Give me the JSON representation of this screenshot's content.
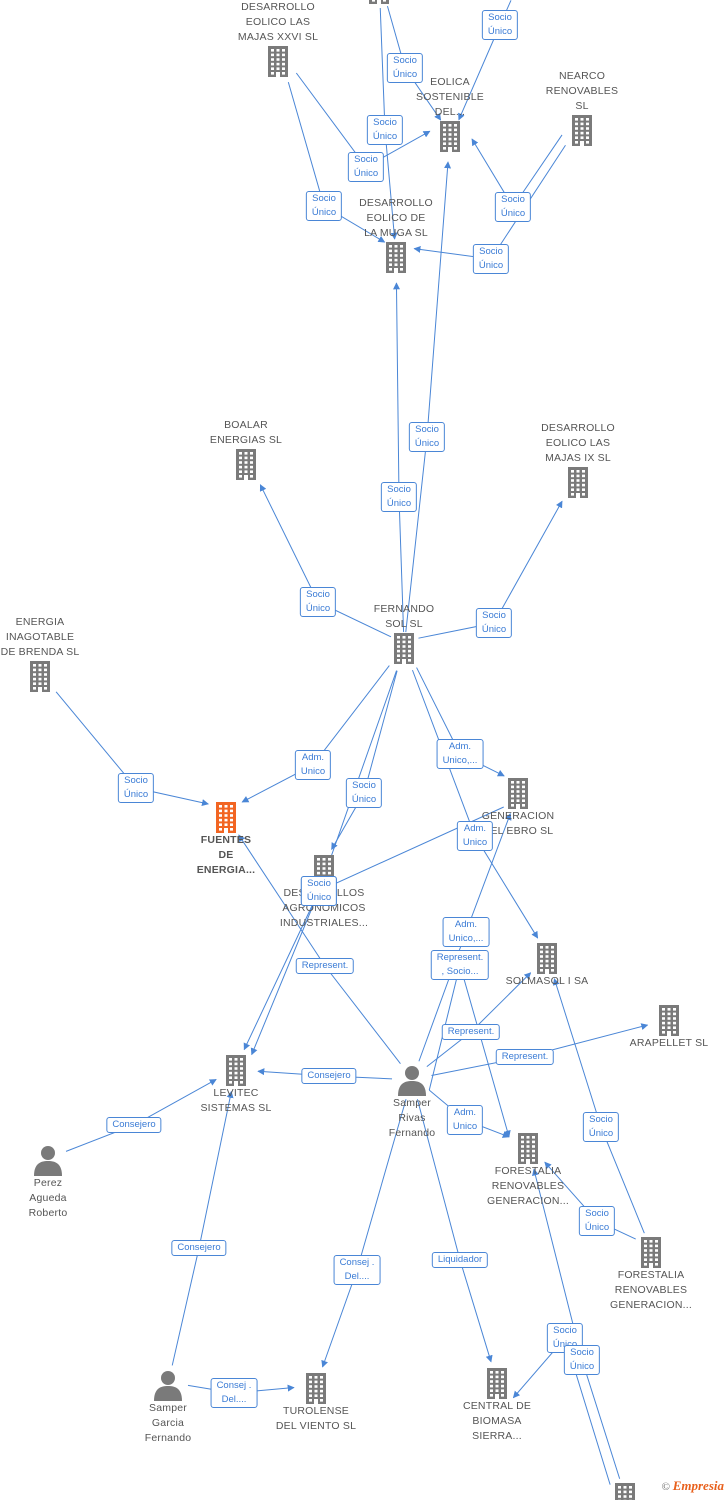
{
  "colors": {
    "edge": "#4a86d6",
    "building": "#7a7a7a",
    "focus": "#f26522",
    "person": "#7a7a7a"
  },
  "nodes": [
    {
      "id": "eolica",
      "kind": "building",
      "label": "EOLICA\nSOSTENIBLE\nDEL...",
      "icon": "building-icon"
    },
    {
      "id": "majas26",
      "kind": "building",
      "label": "DESARROLLO\nEOLICO LAS\nMAJAS XXVI  SL",
      "icon": "building-icon"
    },
    {
      "id": "nearco",
      "kind": "building",
      "label": "NEARCO\nRENOVABLES\nSL",
      "icon": "building-icon"
    },
    {
      "id": "muga",
      "kind": "building",
      "label": "DESARROLLO\nEOLICO DE\nLA MUGA SL",
      "icon": "building-icon"
    },
    {
      "id": "boalar",
      "kind": "building",
      "label": "BOALAR\nENERGIAS  SL",
      "icon": "building-icon"
    },
    {
      "id": "majas9",
      "kind": "building",
      "label": "DESARROLLO\nEOLICO LAS\nMAJAS IX  SL",
      "icon": "building-icon"
    },
    {
      "id": "fernando",
      "kind": "building",
      "label": "FERNANDO\nSOL SL",
      "icon": "building-icon"
    },
    {
      "id": "brenda",
      "kind": "building",
      "label": "ENERGIA\nINAGOTABLE\nDE BRENDA  SL",
      "icon": "building-icon"
    },
    {
      "id": "fuentes",
      "kind": "focus",
      "label": "FUENTES\nDE\nENERGIA...",
      "icon": "building-icon"
    },
    {
      "id": "generacion",
      "kind": "building",
      "label": "GENERACION\nDEL EBRO  SL",
      "icon": "building-icon"
    },
    {
      "id": "agronomicos",
      "kind": "building",
      "label": "DESARROLLOS\nAGRONOMICOS\nINDUSTRIALES...",
      "icon": "building-icon"
    },
    {
      "id": "solmasol",
      "kind": "building",
      "label": "SOLMASOL I SA",
      "icon": "building-icon"
    },
    {
      "id": "arapellet",
      "kind": "building",
      "label": "ARAPELLET  SL",
      "icon": "building-icon"
    },
    {
      "id": "levitec",
      "kind": "building",
      "label": "LEVITEC\nSISTEMAS  SL",
      "icon": "building-icon"
    },
    {
      "id": "samper",
      "kind": "person",
      "label": "Samper\nRivas\nFernando",
      "icon": "person-icon"
    },
    {
      "id": "perez",
      "kind": "person",
      "label": "Perez\nAgueda\nRoberto",
      "icon": "person-icon"
    },
    {
      "id": "forestalia1",
      "kind": "building",
      "label": "FORESTALIA\nRENOVABLES\nGENERACION...",
      "icon": "building-icon"
    },
    {
      "id": "forestalia2",
      "kind": "building",
      "label": "FORESTALIA\nRENOVABLES\nGENERACION...",
      "icon": "building-icon"
    },
    {
      "id": "samperg",
      "kind": "person",
      "label": "Samper\nGarcia\nFernando",
      "icon": "person-icon"
    },
    {
      "id": "turolense",
      "kind": "building",
      "label": "TUROLENSE\nDEL VIENTO SL",
      "icon": "building-icon"
    },
    {
      "id": "biomasa",
      "kind": "building",
      "label": "CENTRAL DE\nBIOMASA\nSIERRA...",
      "icon": "building-icon"
    },
    {
      "id": "top1",
      "kind": "building",
      "label": "",
      "icon": "building-icon"
    },
    {
      "id": "top2",
      "kind": "building",
      "label": "",
      "icon": "building-icon"
    },
    {
      "id": "bottom1",
      "kind": "building",
      "label": "",
      "icon": "building-icon"
    }
  ],
  "edge_labels": [
    {
      "text": "Socio\nÚnico"
    },
    {
      "text": "Socio\nÚnico"
    },
    {
      "text": "Socio\nÚnico"
    },
    {
      "text": "Socio\nÚnico"
    },
    {
      "text": "Socio\nÚnico"
    },
    {
      "text": "Socio\nÚnico"
    },
    {
      "text": "Socio\nÚnico"
    },
    {
      "text": "Socio\nÚnico"
    },
    {
      "text": "Socio\nÚnico"
    },
    {
      "text": "Socio\nÚnico"
    },
    {
      "text": "Socio\nÚnico"
    },
    {
      "text": "Socio\nÚnico"
    },
    {
      "text": "Socio\nÚnico"
    },
    {
      "text": "Adm.\nUnico"
    },
    {
      "text": "Socio\nÚnico"
    },
    {
      "text": "Adm.\nUnico,..."
    },
    {
      "text": "Adm.\nUnico"
    },
    {
      "text": "Socio\nÚnico"
    },
    {
      "text": "Represent."
    },
    {
      "text": "Adm.\nUnico,..."
    },
    {
      "text": "Represent.\n, Socio..."
    },
    {
      "text": "Represent."
    },
    {
      "text": "Represent."
    },
    {
      "text": "Consejero"
    },
    {
      "text": "Consejero"
    },
    {
      "text": "Adm.\nUnico"
    },
    {
      "text": "Socio\nÚnico"
    },
    {
      "text": "Socio\nÚnico"
    },
    {
      "text": "Consejero"
    },
    {
      "text": "Consej .\nDel...."
    },
    {
      "text": "Liquidador"
    },
    {
      "text": "Socio\nÚnico"
    },
    {
      "text": "Socio\nÚnico"
    },
    {
      "text": "Consej .\nDel...."
    }
  ],
  "brand": {
    "copyright": "©",
    "name": "Empresia"
  }
}
